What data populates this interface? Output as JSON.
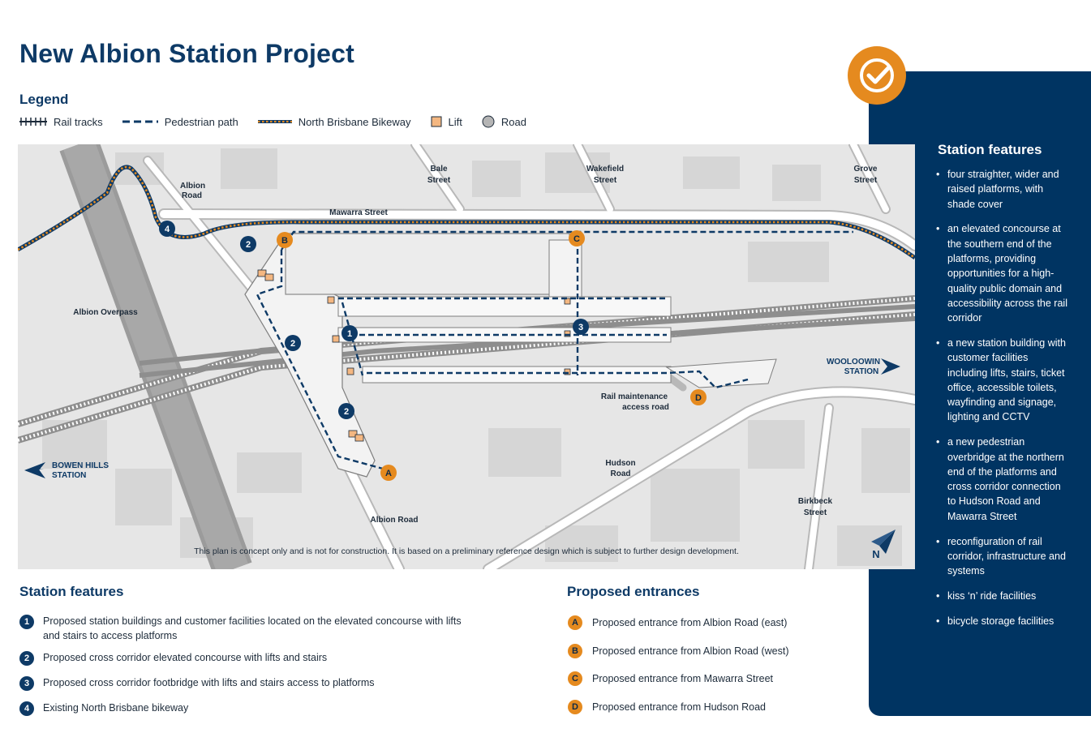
{
  "page": {
    "title": "New Albion Station Project"
  },
  "legend": {
    "title": "Legend",
    "items": [
      {
        "icon": "rail-track-icon",
        "label": "Rail tracks"
      },
      {
        "icon": "pedestrian-path-icon",
        "label": "Pedestrian path"
      },
      {
        "icon": "bikeway-icon",
        "label": "North Brisbane Bikeway"
      },
      {
        "icon": "lift-icon",
        "label": "Lift"
      },
      {
        "icon": "road-icon",
        "label": "Road"
      }
    ]
  },
  "colors": {
    "navy": "#0e3a66",
    "panel": "#003462",
    "orange": "#e58a1f",
    "road": "#c8c8c8",
    "map_bg": "#e8e8e8",
    "lift": "#f4b781"
  },
  "map": {
    "labels": {
      "albion_road_top": [
        "Albion",
        "Road"
      ],
      "bale_street": [
        "Bale",
        "Street"
      ],
      "wakefield_street": [
        "Wakefield",
        "Street"
      ],
      "grove_street": [
        "Grove",
        "Street"
      ],
      "mawarra_street": "Mawarra Street",
      "albion_overpass": "Albion Overpass",
      "wooloowin_station": [
        "WOOLOOWIN",
        "STATION"
      ],
      "bowen_hills_station": [
        "BOWEN HILLS",
        "STATION"
      ],
      "rail_maintenance": [
        "Rail maintenance",
        "access road"
      ],
      "hudson_road": [
        "Hudson",
        "Road"
      ],
      "birkbeck_street": [
        "Birkbeck",
        "Street"
      ],
      "albion_road_bottom": "Albion Road",
      "north": "N"
    },
    "markers": {
      "n1": "1",
      "n2": "2",
      "n3": "3",
      "n4": "4",
      "a": "A",
      "b": "B",
      "c": "C",
      "d": "D"
    },
    "note": "This plan is concept only and is not for construction. It is based on a preliminary reference design which is subject to further design development."
  },
  "side_panel": {
    "icon": "check-circle-icon",
    "title": "Station features",
    "items": [
      "four straighter, wider and raised platforms, with shade cover",
      "an elevated concourse at the southern end of the platforms, providing opportunities for a high-quality public domain and accessibility across the rail corridor",
      "a new station building with customer facilities including lifts, stairs, ticket office, accessible toilets, wayfinding and signage, lighting and CCTV",
      "a new pedestrian overbridge at the northern end of the platforms and cross corridor connection to Hudson Road and Mawarra Street",
      "reconfiguration of rail corridor, infrastructure and systems",
      "kiss ‘n’ ride facilities",
      "bicycle storage facilities"
    ]
  },
  "station_features": {
    "title": "Station features",
    "items": [
      {
        "num": "1",
        "text": "Proposed station buildings and customer facilities located on the elevated concourse with lifts and stairs to access platforms"
      },
      {
        "num": "2",
        "text": "Proposed cross corridor elevated concourse with lifts and stairs"
      },
      {
        "num": "3",
        "text": "Proposed cross corridor footbridge with lifts and stairs access to platforms"
      },
      {
        "num": "4",
        "text": "Existing North Brisbane bikeway"
      }
    ]
  },
  "proposed_entrances": {
    "title": "Proposed entrances",
    "items": [
      {
        "letter": "A",
        "text": "Proposed entrance from Albion Road (east)"
      },
      {
        "letter": "B",
        "text": "Proposed entrance from Albion Road (west)"
      },
      {
        "letter": "C",
        "text": "Proposed entrance from Mawarra Street"
      },
      {
        "letter": "D",
        "text": "Proposed entrance from Hudson Road"
      }
    ]
  }
}
